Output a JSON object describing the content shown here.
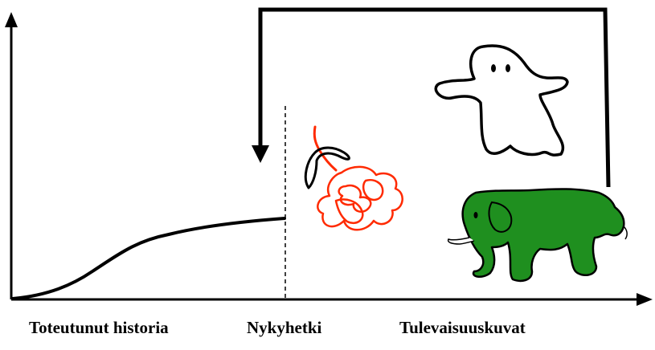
{
  "labels": {
    "history": "Toteutunut historia",
    "now": "Nykyhetki",
    "future": "Tulevaisuuskuvat"
  },
  "colors": {
    "ink": "#000000",
    "flower": "#ff2a00",
    "elephant_fill": "#1f8f1f",
    "ghost_fill": "#ffffff"
  },
  "icons": {
    "ghost": "ghost-icon",
    "flower": "flower-icon",
    "elephant": "elephant-icon"
  }
}
